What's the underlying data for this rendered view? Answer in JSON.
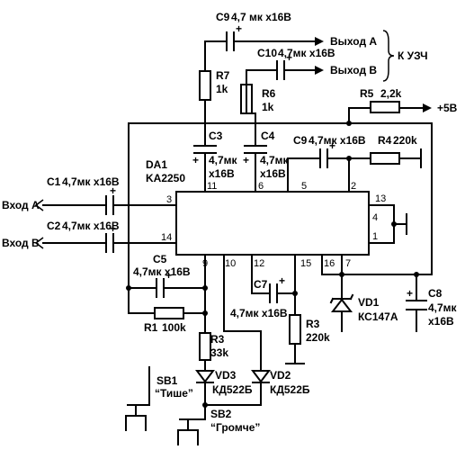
{
  "ic": {
    "ref": "DA1",
    "part": "KA2250"
  },
  "pins": {
    "p3": "3",
    "p14": "14",
    "p11": "11",
    "p6": "6",
    "p5": "5",
    "p2": "2",
    "p13": "13",
    "p4": "4",
    "p1": "1",
    "p9": "9",
    "p10": "10",
    "p12": "12",
    "p15": "15",
    "p16": "16",
    "p7": "7"
  },
  "inputs": {
    "a": "Вход А",
    "b": "Вход В"
  },
  "outputs": {
    "a": "Выход А",
    "b": "Выход В",
    "group": "К УЗЧ"
  },
  "supply": "+5В",
  "components": {
    "c1": {
      "ref": "C1",
      "value": "4,7мк х16В"
    },
    "c2": {
      "ref": "C2",
      "value": "4,7мк х16В"
    },
    "c3": {
      "ref": "C3",
      "value1": "4,7мк",
      "value2": "х16В"
    },
    "c4": {
      "ref": "C4",
      "value1": "4,7мк",
      "value2": "х16В"
    },
    "c5": {
      "ref": "C5",
      "value": "4,7мк х16В"
    },
    "c7": {
      "ref": "C7",
      "value": "4,7мк х16В"
    },
    "c8": {
      "ref": "C8",
      "value1": "4,7мк",
      "value2": "х16В"
    },
    "c9top": {
      "ref": "C9",
      "value": "4,7 мк х16В"
    },
    "c9mid": {
      "ref": "C9",
      "value": "4,7мк х16В"
    },
    "c10": {
      "ref": "C10",
      "value": "4,7мк х16В"
    },
    "r1": {
      "ref": "R1",
      "value": "100k"
    },
    "r3": {
      "ref": "R3",
      "value": "33k"
    },
    "r3b": {
      "ref": "R3",
      "value": "220k"
    },
    "r4": {
      "ref": "R4",
      "value": "220k"
    },
    "r5": {
      "ref": "R5",
      "value": "2,2k"
    },
    "r6": {
      "ref": "R6",
      "value": "1k"
    },
    "r7": {
      "ref": "R7",
      "value": "1k"
    },
    "vd1": {
      "ref": "VD1",
      "part": "КС147А"
    },
    "vd2": {
      "ref": "VD2",
      "part": "КД522Б"
    },
    "vd3": {
      "ref": "VD3",
      "part": "КД522Б"
    },
    "sb1": {
      "ref": "SB1",
      "label": "“Тише”"
    },
    "sb2": {
      "ref": "SB2",
      "label": "“Громче”"
    }
  },
  "colors": {
    "ink": "#000000",
    "paper": "#ffffff"
  }
}
